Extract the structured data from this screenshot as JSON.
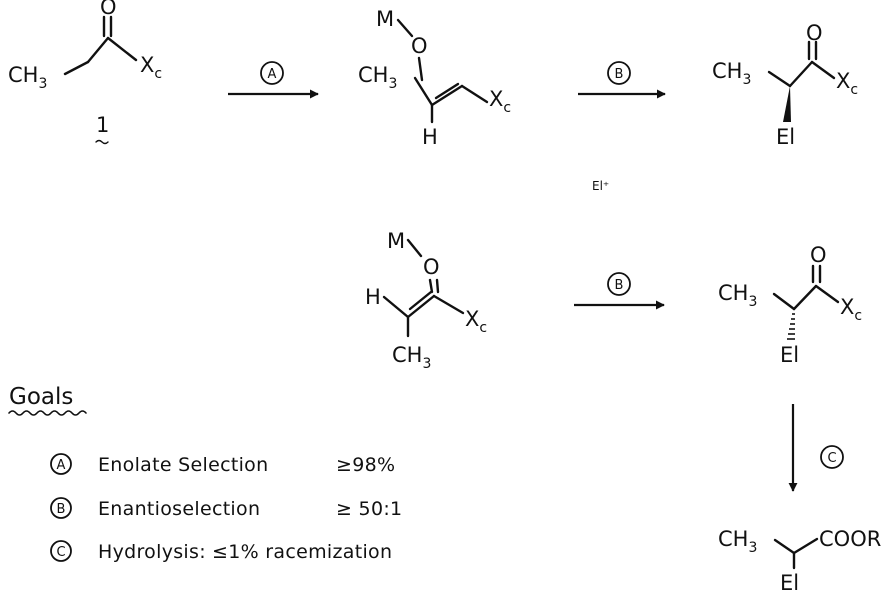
{
  "steps": {
    "A": "A",
    "B": "B",
    "C": "C"
  },
  "compound_label": "1",
  "reagent_label": "El⁺",
  "atoms": {
    "ch3": "CH",
    "three": "3",
    "o": "O",
    "x": "X",
    "c_sub": "c",
    "m": "M",
    "h": "H",
    "el": "El",
    "coor": "COOR"
  },
  "goals": {
    "title": "Goals",
    "items": [
      {
        "step": "A",
        "text": "Enolate Selection",
        "value": "≥98%"
      },
      {
        "step": "B",
        "text": "Enantioselection",
        "value": "≥ 50:1"
      },
      {
        "step": "C",
        "text": "Hydrolysis:",
        "value": "≤1% racemization"
      }
    ]
  }
}
